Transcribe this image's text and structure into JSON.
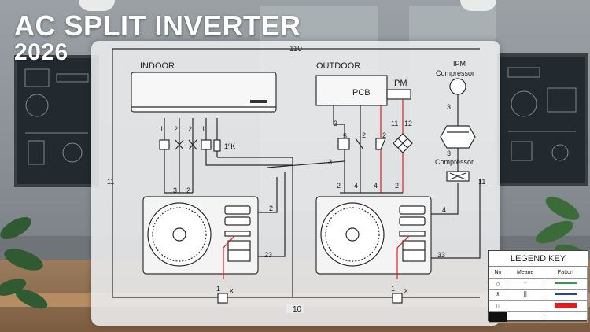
{
  "title": {
    "line1": "AC SPLIT INVERTER",
    "line2": "2026"
  },
  "diagram": {
    "indoor_label": "INDOOR",
    "outdoor_label": "OUTDOOR",
    "pcb_label": "PCB",
    "ipm_label": "IPM",
    "ipm_compressor_label": "IPM\nCompressor",
    "compressor_label": "Compressor",
    "wire_labels": {
      "top": "110",
      "bottom": "10",
      "left": "11",
      "right": "11",
      "indoor_1": "1",
      "indoor_2a": "2",
      "indoor_2b": "2",
      "indoor_1b": "1",
      "indoor_1pk": "1ºK",
      "indoor_3": "3",
      "indoor_2c": "2",
      "mid_13": "13",
      "mid_2": "2",
      "mid_23": "23",
      "out_3": "3",
      "out_5": "5",
      "out_2a": "2",
      "out_2b": "2",
      "out_11": "11",
      "out_12": "12",
      "out_2c": "2",
      "out_4a": "4",
      "out_4b": "4",
      "out_2d": "2",
      "out_4c": "4",
      "out_33": "33",
      "comp_3a": "3",
      "comp_3b": "3",
      "bot_1a": "1",
      "bot_xa": "x",
      "bot_1b": "1",
      "bot_xb": "x"
    }
  },
  "legend": {
    "title": "LEGEND KEY",
    "headers": [
      "No",
      "Meane",
      "Pattorl"
    ],
    "rows": [
      {
        "no": "◇",
        "meaning": "-",
        "pattern_color": "#2e9e4a"
      },
      {
        "no": "x̄",
        "meaning": "[]",
        "pattern_color": "#2a3fa0"
      },
      {
        "no": "▯",
        "meaning": "",
        "pattern_color": "#e11d1d"
      },
      {
        "no": "■",
        "meaning": "",
        "pattern_color": ""
      }
    ]
  },
  "colors": {
    "wire": "#2a2a2a",
    "hot_wire": "#e02020",
    "panel": "#e9eaeb"
  }
}
